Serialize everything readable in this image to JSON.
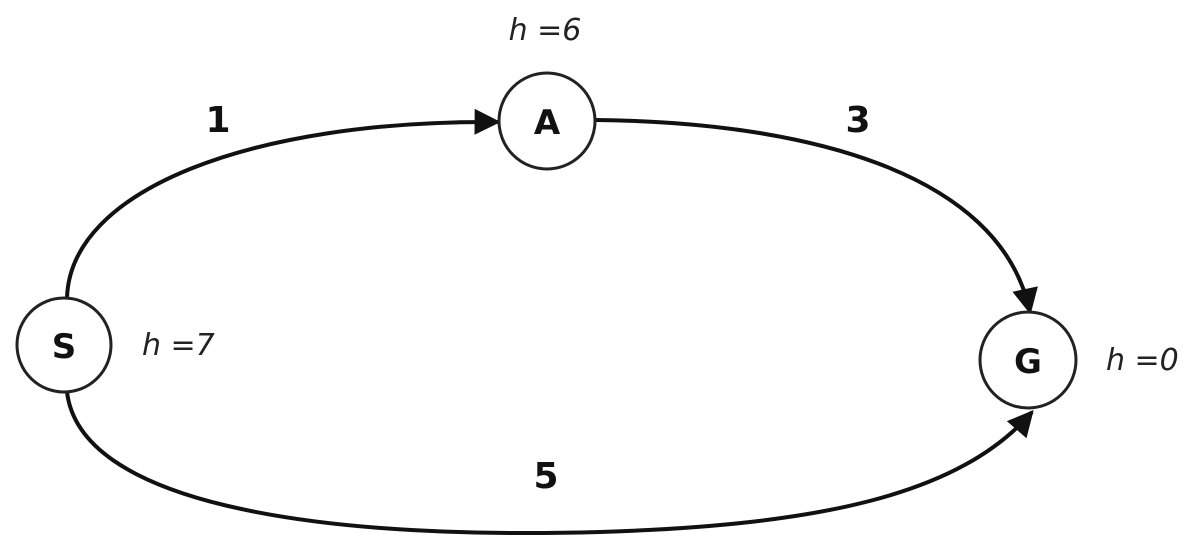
{
  "nodes": [
    {
      "id": "S",
      "label": "S",
      "heuristic": "h =7"
    },
    {
      "id": "A",
      "label": "A",
      "heuristic": "h =6"
    },
    {
      "id": "G",
      "label": "G",
      "heuristic": "h =0"
    }
  ],
  "edges": [
    {
      "from": "S",
      "to": "A",
      "cost": "1"
    },
    {
      "from": "A",
      "to": "G",
      "cost": "3"
    },
    {
      "from": "S",
      "to": "G",
      "cost": "5"
    }
  ]
}
